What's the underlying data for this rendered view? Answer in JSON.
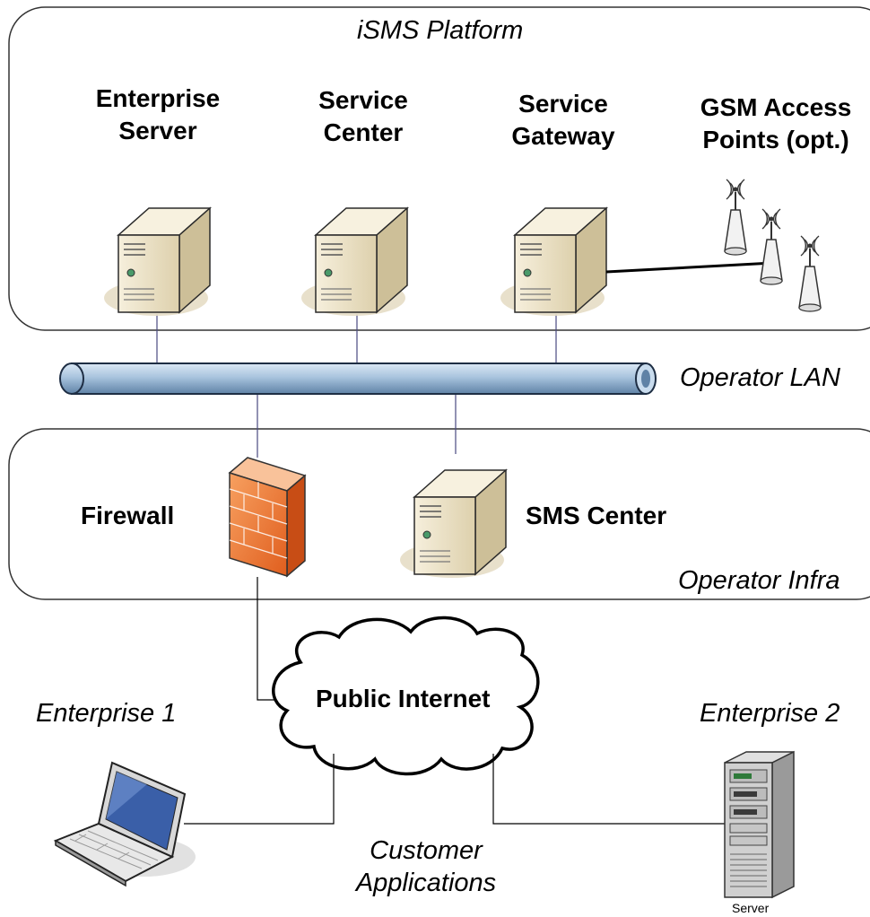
{
  "regions": {
    "platform": "iSMS Platform",
    "lan": "Operator LAN",
    "infra": "Operator Infra"
  },
  "nodes": {
    "enterprise_server": "Enterprise Server",
    "service_center": "Service Center",
    "service_gateway": "Service Gateway",
    "gsm_access_points": "GSM Access Points (opt.)",
    "firewall": "Firewall",
    "sms_center": "SMS Center",
    "public_internet": "Public Internet",
    "enterprise1": "Enterprise 1",
    "enterprise2": "Enterprise 2",
    "server_caption": "Server",
    "customer_applications": "Customer Applications"
  },
  "colors": {
    "lan_pipe": "#a9c4de",
    "firewall": "#f07a3a",
    "server_body": "#ede3c8"
  }
}
